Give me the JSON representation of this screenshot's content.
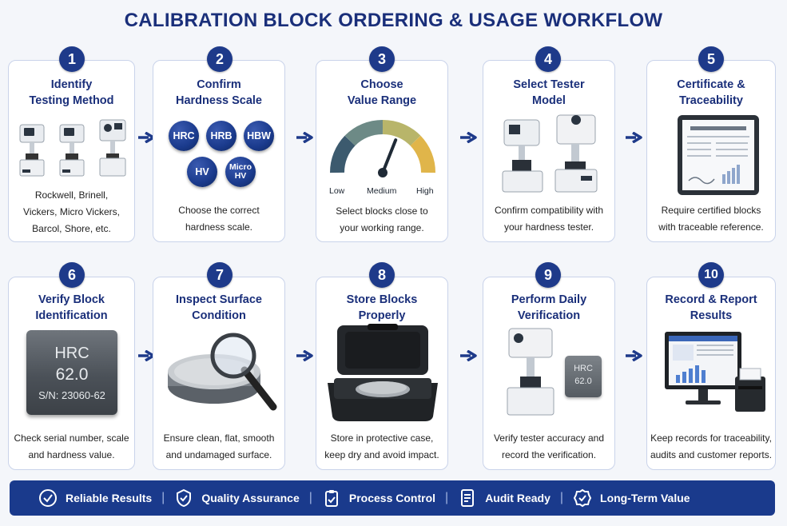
{
  "title": "CALIBRATION BLOCK ORDERING & USAGE WORKFLOW",
  "steps": [
    {
      "num": "1",
      "title_l1": "Identify",
      "title_l2": "Testing Method",
      "desc_l1": "Rockwell, Brinell,",
      "desc_l2": "Vickers, Micro Vickers,",
      "desc_l3": "Barcol, Shore, etc."
    },
    {
      "num": "2",
      "title_l1": "Confirm",
      "title_l2": "Hardness Scale",
      "desc_l1": "Choose the correct",
      "desc_l2": "hardness scale.",
      "scales": [
        "HRC",
        "HRB",
        "HBW",
        "HV",
        "Micro HV"
      ]
    },
    {
      "num": "3",
      "title_l1": "Choose",
      "title_l2": "Value Range",
      "desc_l1": "Select blocks close to",
      "desc_l2": "your working range.",
      "gauge": {
        "low": "Low",
        "medium": "Medium",
        "high": "High",
        "needle_level": 0.62
      }
    },
    {
      "num": "4",
      "title_l1": "Select Tester",
      "title_l2": "Model",
      "desc_l1": "Confirm compatibility with",
      "desc_l2": "your hardness tester."
    },
    {
      "num": "5",
      "title_l1": "Certificate &",
      "title_l2": "Traceability",
      "desc_l1": "Require certified blocks",
      "desc_l2": "with traceable reference."
    },
    {
      "num": "6",
      "title_l1": "Verify Block",
      "title_l2": "Identification",
      "desc_l1": "Check serial number, scale",
      "desc_l2": "and hardness value.",
      "block": {
        "scale": "HRC",
        "value": "62.0",
        "serial": "S/N: 23060-62"
      }
    },
    {
      "num": "7",
      "title_l1": "Inspect Surface",
      "title_l2": "Condition",
      "desc_l1": "Ensure clean, flat, smooth",
      "desc_l2": "and undamaged surface."
    },
    {
      "num": "8",
      "title_l1": "Store Blocks",
      "title_l2": "Properly",
      "desc_l1": "Store in protective case,",
      "desc_l2": "keep dry and avoid impact."
    },
    {
      "num": "9",
      "title_l1": "Perform Daily",
      "title_l2": "Verification",
      "desc_l1": "Verify tester accuracy and",
      "desc_l2": "record the verification.",
      "block": {
        "scale": "HRC",
        "value": "62.0"
      }
    },
    {
      "num": "10",
      "title_l1": "Record & Report",
      "title_l2": "Results",
      "desc_l1": "Keep records for traceability,",
      "desc_l2": "audits and customer reports."
    }
  ],
  "footer": [
    {
      "label": "Reliable Results",
      "icon": "shield-check-icon"
    },
    {
      "label": "Quality Assurance",
      "icon": "badge-check-icon"
    },
    {
      "label": "Process Control",
      "icon": "clipboard-check-icon"
    },
    {
      "label": "Audit Ready",
      "icon": "document-list-icon"
    },
    {
      "label": "Long-Term Value",
      "icon": "rosette-check-icon"
    }
  ],
  "colors": {
    "navy": "#1a2f7a",
    "badge": "#1e3a8a",
    "footer": "#1a3a8c",
    "card_border": "#c9d3ea"
  }
}
